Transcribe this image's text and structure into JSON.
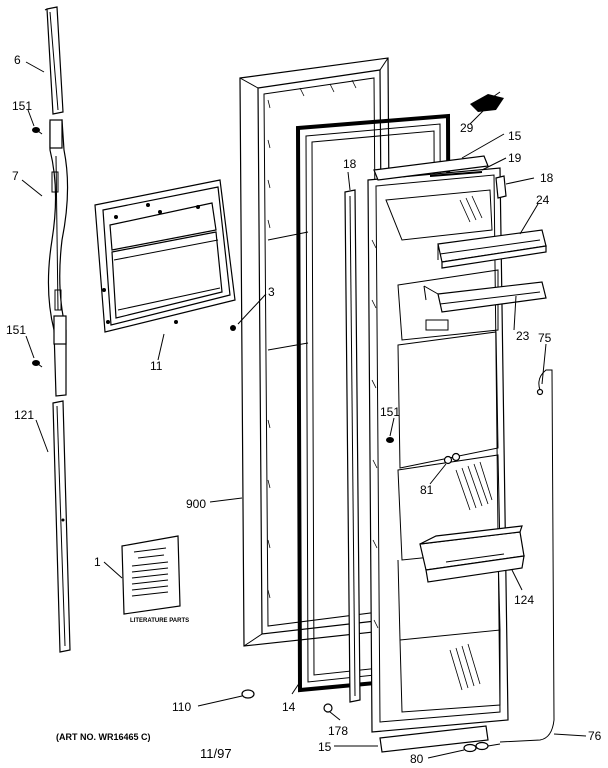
{
  "labels": [
    {
      "id": "6",
      "text": "6"
    },
    {
      "id": "151a",
      "text": "151"
    },
    {
      "id": "7",
      "text": "7"
    },
    {
      "id": "151b",
      "text": "151"
    },
    {
      "id": "121",
      "text": "121"
    },
    {
      "id": "11",
      "text": "11"
    },
    {
      "id": "3",
      "text": "3"
    },
    {
      "id": "900",
      "text": "900"
    },
    {
      "id": "1",
      "text": "1"
    },
    {
      "id": "110",
      "text": "110"
    },
    {
      "id": "14",
      "text": "14"
    },
    {
      "id": "18a",
      "text": "18"
    },
    {
      "id": "15a",
      "text": "15"
    },
    {
      "id": "19",
      "text": "19"
    },
    {
      "id": "18b",
      "text": "18"
    },
    {
      "id": "29",
      "text": "29"
    },
    {
      "id": "24",
      "text": "24"
    },
    {
      "id": "23",
      "text": "23"
    },
    {
      "id": "75",
      "text": "75"
    },
    {
      "id": "151c",
      "text": "151"
    },
    {
      "id": "81",
      "text": "81"
    },
    {
      "id": "124",
      "text": "124"
    },
    {
      "id": "178",
      "text": "178"
    },
    {
      "id": "15b",
      "text": "15"
    },
    {
      "id": "80",
      "text": "80"
    },
    {
      "id": "76",
      "text": "76"
    }
  ],
  "literature_card_text": "LITERATURE PARTS",
  "art_number": "(ART NO. WR16465 C)",
  "date_code": "11/97"
}
